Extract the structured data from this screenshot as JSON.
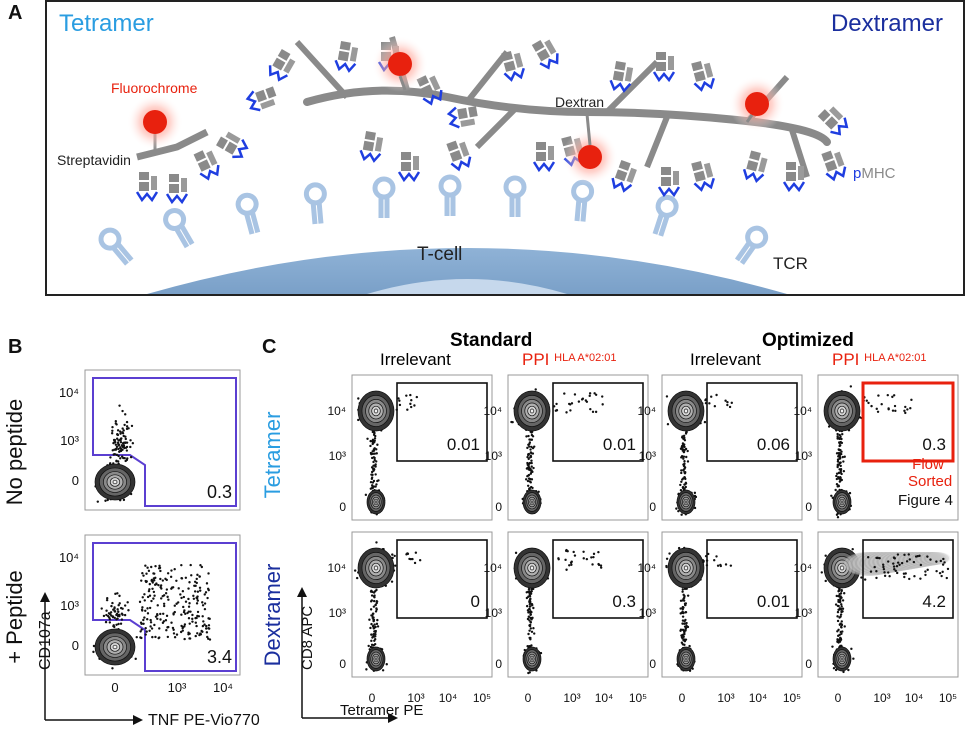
{
  "panelA": {
    "letter": "A",
    "tetramer": "Tetramer",
    "dextramer": "Dextramer",
    "fluorochrome": "Fluorochrome",
    "streptavidin": "Streptavidin",
    "dextran": "Dextran",
    "pmhc_p": "p",
    "pmhc_mhc": "MHC",
    "tcell": "T-cell",
    "tcr": "TCR",
    "colors": {
      "tetramer": "#2a9de1",
      "dextramer": "#1b2f9e",
      "fluor": "#e8210e",
      "backbone": "#8a8a8a",
      "cell": "#8fb2d6",
      "tcr": "#a9c4e3",
      "pmhc": "#1f3ee0"
    }
  },
  "panelB": {
    "letter": "B",
    "row_labels": [
      "No peptide",
      "+ Peptide"
    ],
    "y_axis": "CD107a",
    "x_axis": "TNF PE-Vio770",
    "y_ticks": [
      "10⁴",
      "10³",
      "0"
    ],
    "x_ticks": [
      "0",
      "10³",
      "10⁴"
    ],
    "values": [
      "0.3",
      "3.4"
    ],
    "gate_color": "#5b3fd1"
  },
  "panelC": {
    "letter": "C",
    "group_labels": [
      "Standard",
      "Optimized"
    ],
    "col_labels": [
      "Irrelevant",
      "PPI",
      "Irrelevant",
      "PPI"
    ],
    "hla": "HLA A*02:01",
    "row_labels": [
      "Tetramer",
      "Dextramer"
    ],
    "y_axis": "CD8 APC",
    "x_axis": "Tetramer PE",
    "y_ticks": [
      "10⁴",
      "10³",
      "0"
    ],
    "x_ticks": [
      "0",
      "10³",
      "10⁴",
      "10⁵"
    ],
    "values": [
      [
        "0.01",
        "0.01",
        "0.06",
        "0.3"
      ],
      [
        "0",
        "0.3",
        "0.01",
        "4.2"
      ]
    ],
    "flow_sorted": [
      "Flow",
      "Sorted"
    ],
    "figure_ref": "Figure 4"
  }
}
